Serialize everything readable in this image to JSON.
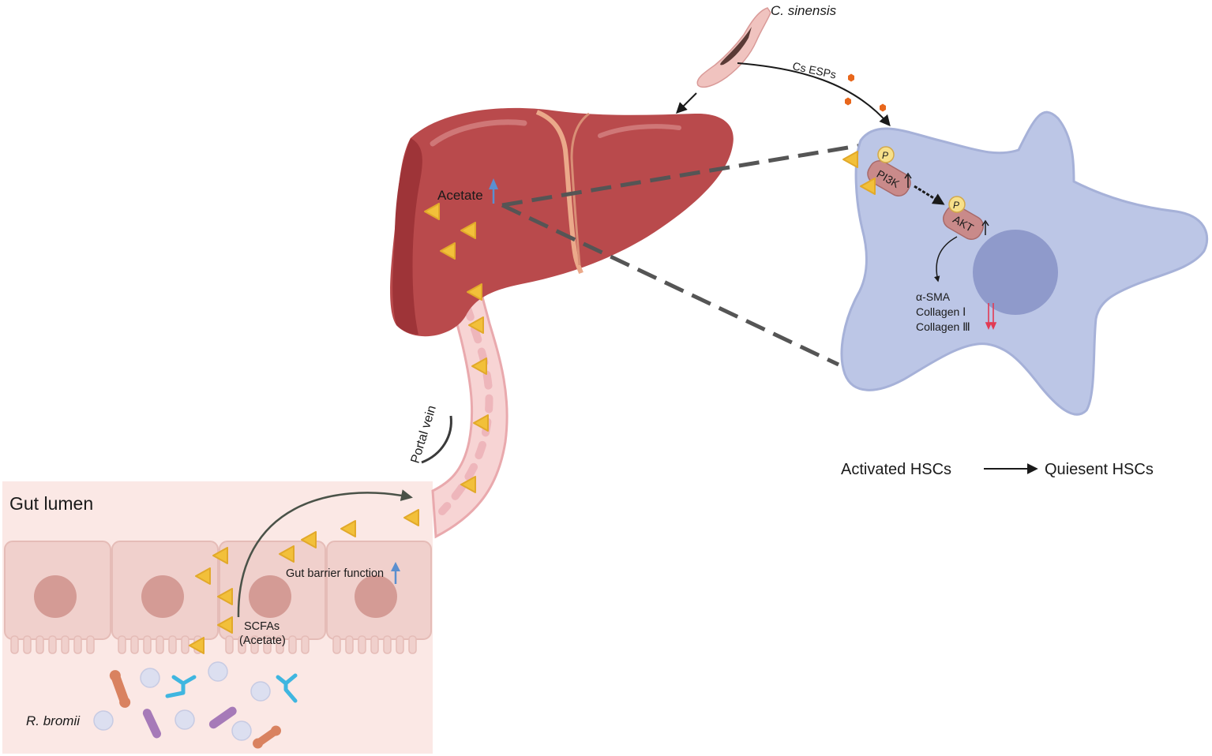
{
  "labels": {
    "parasite": "C. sinensis",
    "cs_esps": "Cs ESPs",
    "acetate": "Acetate",
    "portal_vein": "Portal vein",
    "gut_lumen": "Gut lumen",
    "gut_barrier": "Gut barrier function",
    "scfas": "SCFAs",
    "scfas_sub": "(Acetate)",
    "bacterium": "R. bromii",
    "pi3k": "PI3K",
    "akt": "AKT",
    "phospho": "P",
    "a_sma": "α-SMA",
    "collagen_1": "Collagen Ⅰ",
    "collagen_3": "Collagen Ⅲ",
    "activated_hscs": "Activated HSCs",
    "quiescent_hscs": "Quiesent HSCs"
  },
  "colors": {
    "liver": "#b94a4c",
    "liver_dark": "#9e3438",
    "liver_highlight": "#cc6a6a",
    "hsc_cell": "#bcc6e6",
    "hsc_nucleus": "#8f9acb",
    "gut_bg": "#fbe8e5",
    "enterocyte": "#f0d0cc",
    "enterocyte_nucleus": "#d49b95",
    "vein": "#f7d4d4",
    "acetate_triangle": "#f2c03a",
    "up_arrow": "#5b8fcf",
    "down_arrow": "#e23b54",
    "esp_hexagon": "#e8671c",
    "protein": "#c98a8a"
  },
  "icons": [
    "acetate-triangle",
    "up-arrow-icon",
    "down-arrow-icon",
    "esp-hexagon",
    "phospho-circle-icon",
    "bacteria-icon"
  ]
}
